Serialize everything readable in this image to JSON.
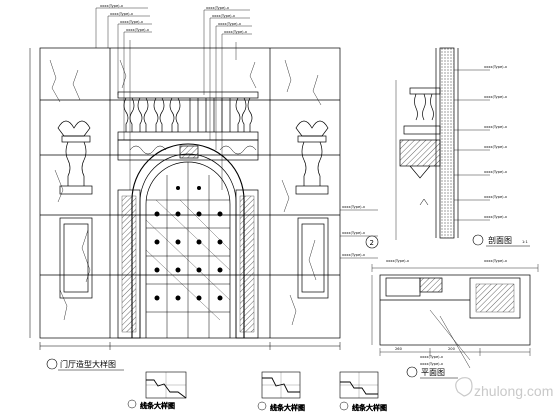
{
  "drawing": {
    "main_title": "门厅造型大样图",
    "side_title": "剖面图",
    "side_scale": "1:1",
    "plan_title": "平面图",
    "detail_titles": [
      "线条大样图",
      "线条大样图",
      "线条大样图"
    ],
    "watermark": "zhulong.com",
    "callout_text": "xxxx(Type)-x",
    "dimensions": [
      "260",
      "200"
    ],
    "section_mark": "2"
  },
  "colors": {
    "line": "#000000",
    "watermark": "#c9c9c9",
    "background": "#ffffff"
  }
}
